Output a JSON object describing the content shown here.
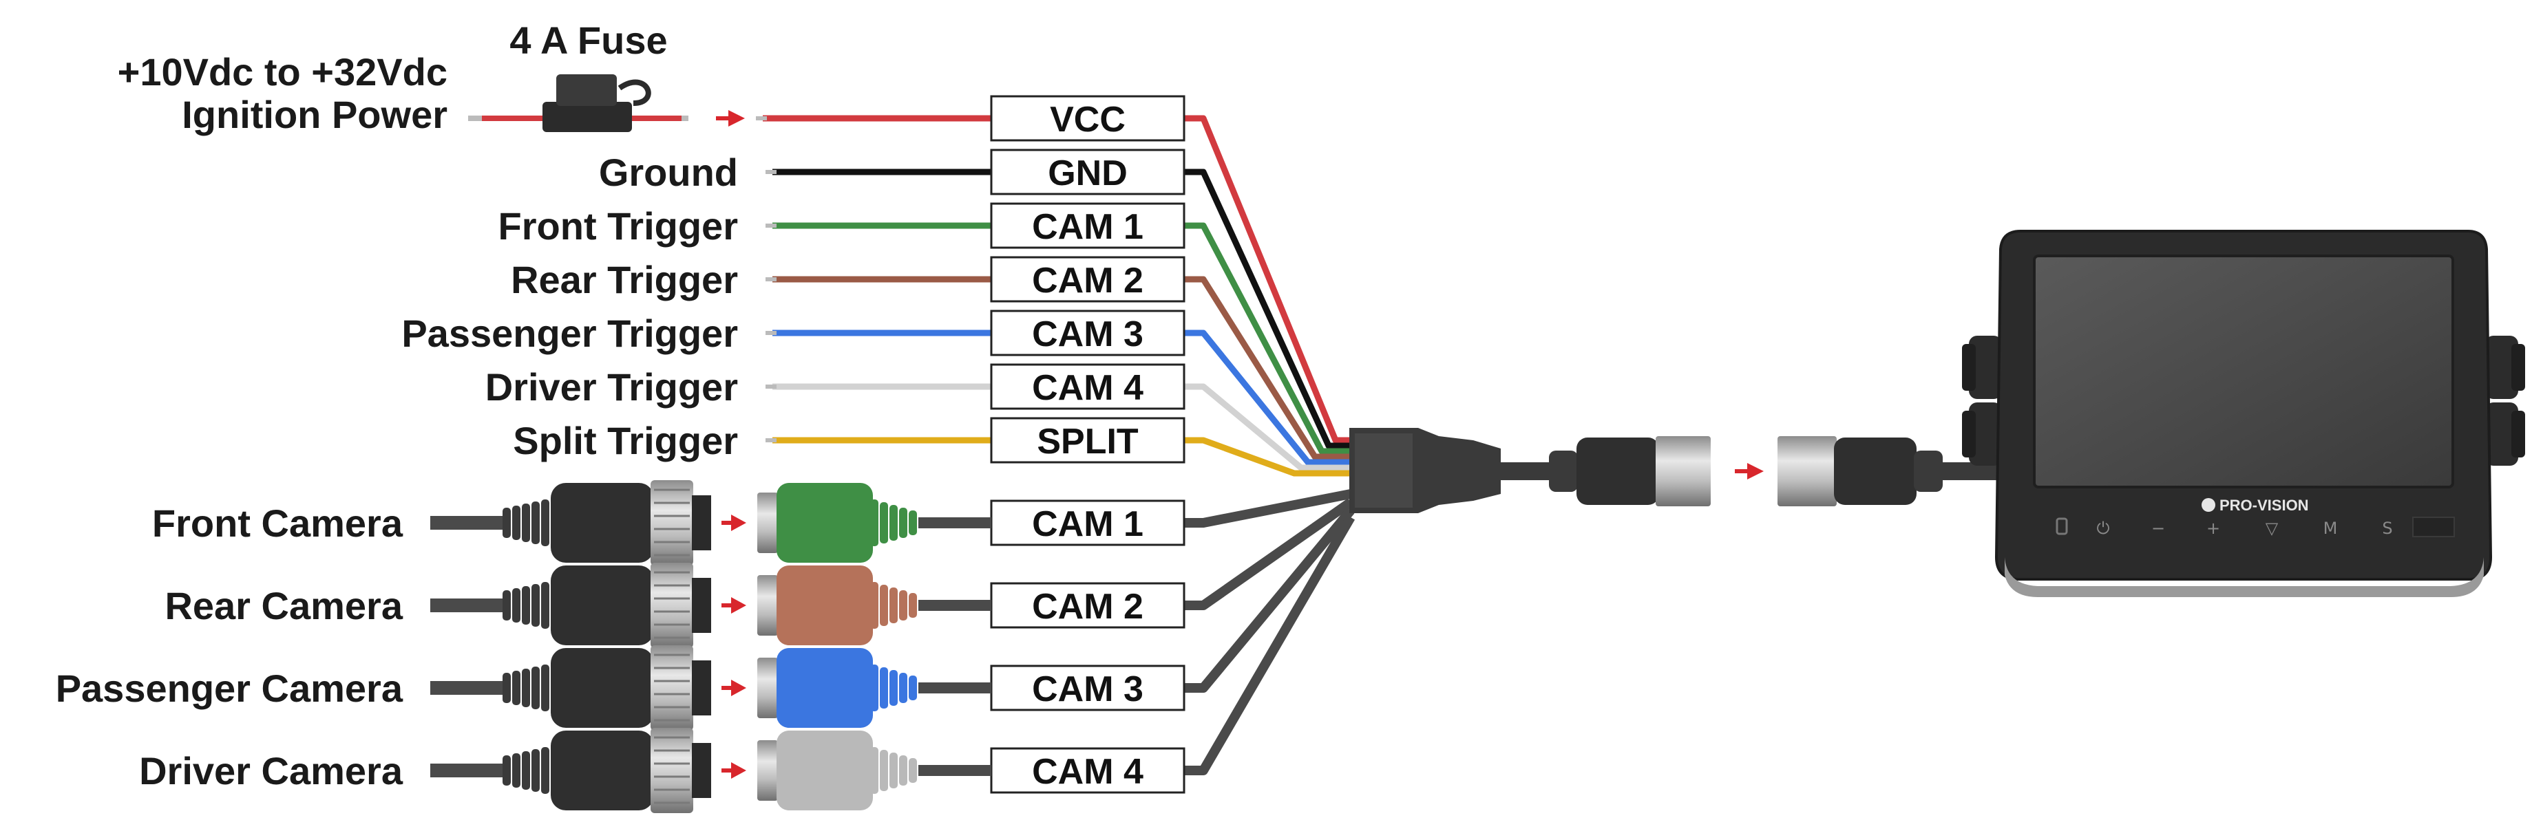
{
  "fuse": {
    "label": "4 A Fuse"
  },
  "power": {
    "label_line1": "+10Vdc to +32Vdc",
    "label_line2": "Ignition Power"
  },
  "wires": [
    {
      "label": "",
      "box": "VCC",
      "color": "#d23a3f"
    },
    {
      "label": "Ground",
      "box": "GND",
      "color": "#111111"
    },
    {
      "label": "Front Trigger",
      "box": "CAM 1",
      "color": "#3f8f45"
    },
    {
      "label": "Rear Trigger",
      "box": "CAM 2",
      "color": "#9a5a46"
    },
    {
      "label": "Passenger Trigger",
      "box": "CAM 3",
      "color": "#3b76e0"
    },
    {
      "label": "Driver Trigger",
      "box": "CAM 4",
      "color": "#d2d2d2"
    },
    {
      "label": "Split Trigger",
      "box": "SPLIT",
      "color": "#e0ac1a"
    }
  ],
  "cameras": [
    {
      "label": "Front Camera",
      "box": "CAM 1",
      "color": "#3f8f45"
    },
    {
      "label": "Rear Camera",
      "box": "CAM 2",
      "color": "#b5725a"
    },
    {
      "label": "Passenger Camera",
      "box": "CAM 3",
      "color": "#3b76e0"
    },
    {
      "label": "Driver Camera",
      "box": "CAM 4",
      "color": "#b9b9b9"
    }
  ],
  "monitor": {
    "brand": "PRO-VISION",
    "buttons": [
      "⏻",
      "−",
      "+",
      "▽",
      "M",
      "S"
    ]
  },
  "colors": {
    "arrow": "#d8262c",
    "cable": "#4a4a4a"
  }
}
